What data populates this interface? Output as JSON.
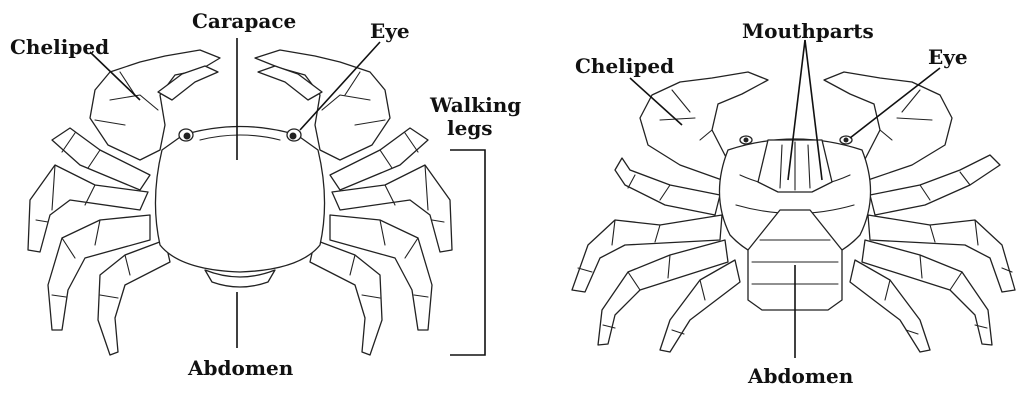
{
  "dorsal_view": {
    "labels": {
      "cheliped": "Cheliped",
      "carapace": "Carapace",
      "eye": "Eye",
      "walking_legs_line1": "Walking",
      "walking_legs_line2": "legs",
      "abdomen": "Abdomen"
    }
  },
  "ventral_view": {
    "labels": {
      "cheliped": "Cheliped",
      "mouthparts": "Mouthparts",
      "eye": "Eye",
      "abdomen": "Abdomen"
    }
  },
  "colors": {
    "ink": "#111111",
    "outline": "#222222",
    "background": "#ffffff"
  }
}
